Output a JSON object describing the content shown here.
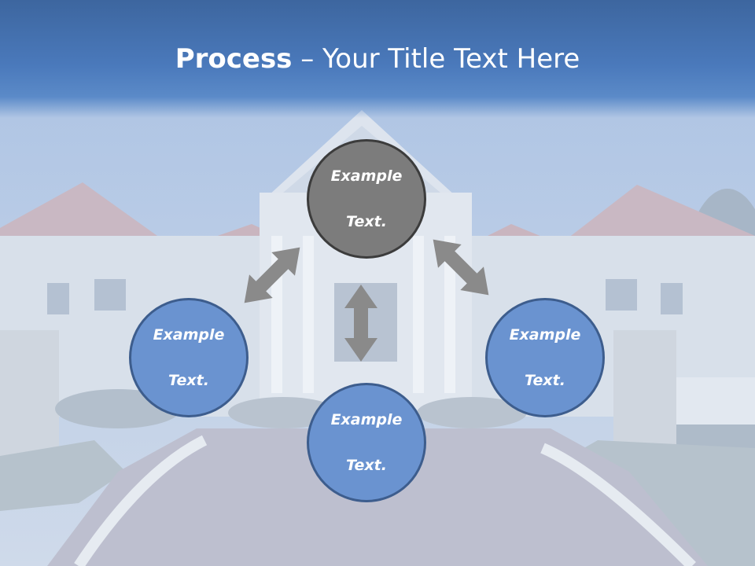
{
  "title": {
    "bold": "Process",
    "rest": " – Your Title Text Here"
  },
  "colors": {
    "title_bar": "#4a79bb",
    "circle_blue": "#6a93d0",
    "circle_blue_border": "#3d5d8d",
    "circle_gray": "#7c7c7c",
    "circle_gray_border": "#3c3c3c",
    "arrow": "#8a8a8a"
  },
  "nodes": {
    "top": {
      "line1": "Example",
      "line2": "Text."
    },
    "left": {
      "line1": "Example",
      "line2": "Text."
    },
    "right": {
      "line1": "Example",
      "line2": "Text."
    },
    "bottom": {
      "line1": "Example",
      "line2": "Text."
    }
  }
}
